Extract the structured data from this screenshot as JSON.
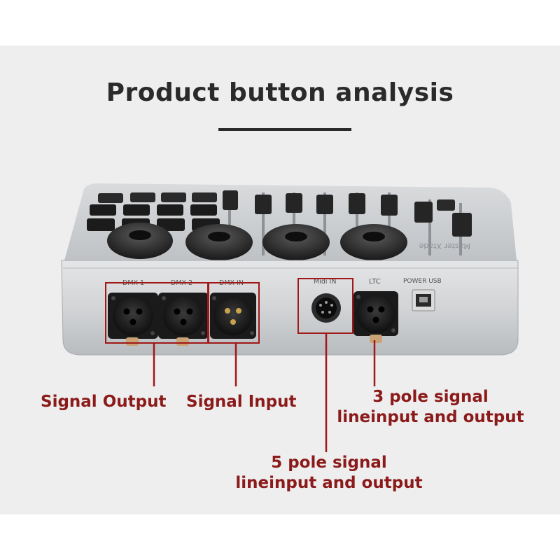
{
  "header": {
    "title": "Product button analysis"
  },
  "device": {
    "brand_print": "Master Xtade",
    "port_labels": {
      "dmx1": "DMX 1",
      "dmx2": "DMX 2",
      "dmx_in": "DMX IN",
      "midi_in": "Midi IN",
      "ltc": "LTC",
      "power_usb": "POWER USB"
    }
  },
  "callouts": {
    "signal_output": "Signal Output",
    "signal_input": "Signal Input",
    "three_pole_line1": "3 pole signal",
    "three_pole_line2": "lineinput and output",
    "five_pole_line1": "5 pole signal",
    "five_pole_line2": "lineinput and output"
  },
  "colors": {
    "panel_background": "#eeeeee",
    "title_text": "#2a2a2a",
    "callout_red": "#8b1a1a",
    "highlight_box": "#a01818",
    "device_silver": "#cfd1d3"
  }
}
